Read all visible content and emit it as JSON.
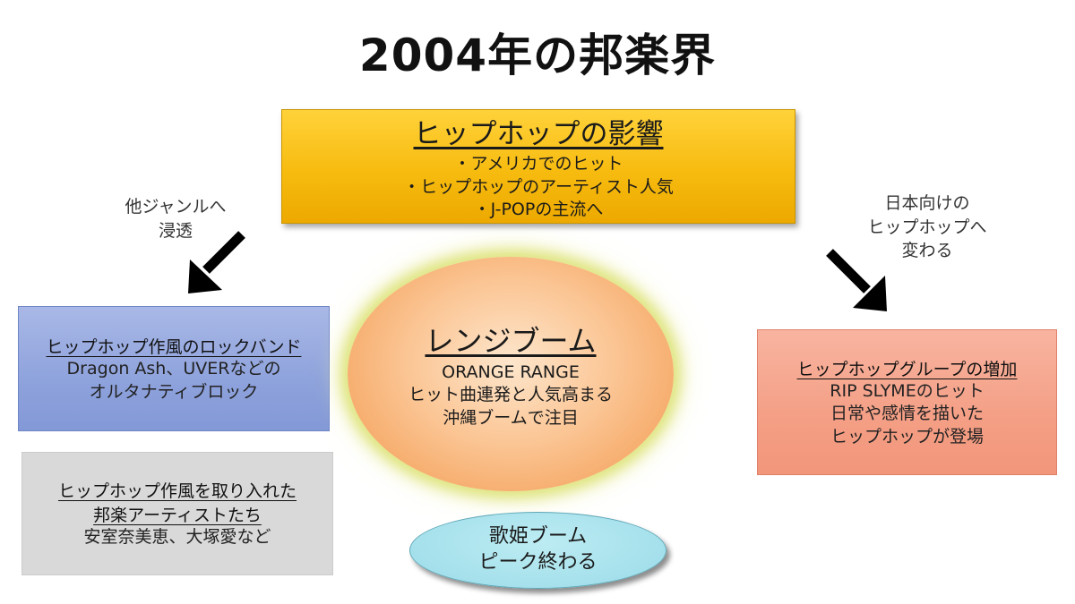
{
  "title": "2004年の邦楽界",
  "hiphop_influence": {
    "heading": "ヒップホップの影響",
    "lines": [
      "・アメリカでのヒット",
      "・ヒップホップのアーティスト人気",
      "・J-POPの主流へ"
    ]
  },
  "note_left": {
    "lines": [
      "他ジャンルへ",
      "浸透"
    ]
  },
  "note_right": {
    "lines": [
      "日本向けの",
      "ヒップホップへ",
      "変わる"
    ]
  },
  "rock_bands": {
    "heading": "ヒップホップ作風のロックバンド",
    "lines": [
      "Dragon Ash、UVERなどの",
      "オルタナティブロック"
    ]
  },
  "artists": {
    "heading_lines": [
      "ヒップホップ作風を取り入れた",
      "邦楽アーティストたち"
    ],
    "lines": [
      "安室奈美恵、大塚愛など"
    ]
  },
  "range_boom": {
    "heading": "レンジブーム",
    "lines": [
      "ORANGE RANGE",
      "ヒット曲連発と人気高まる",
      "沖縄ブームで注目"
    ]
  },
  "groups": {
    "heading": "ヒップホップグループの増加",
    "lines": [
      "RIP SLYMEのヒット",
      "日常や感情を描いた",
      "ヒップホップが登場"
    ]
  },
  "utahime": {
    "lines": [
      "歌姫ブーム",
      "ピーク終わる"
    ]
  },
  "colors": {
    "hiphop_fill": "#f7bb0f",
    "rock_fill": "#8ea2dc",
    "artists_fill": "#d9d9d9",
    "group_fill": "#f49f86",
    "range_fill": "#f5a865",
    "range_glow": "#dbe278",
    "utahime_fill": "#9adbe8",
    "arrow": "#000000"
  }
}
